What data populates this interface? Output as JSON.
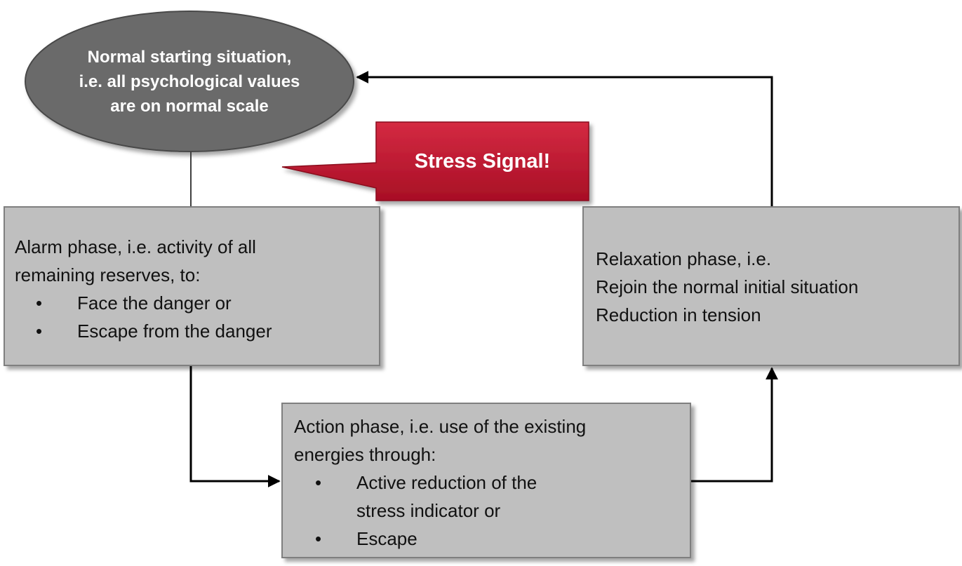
{
  "start_node": {
    "text": "Normal starting situation, i.e. all psychological values are on normal scale",
    "fill": "#6b6b6b"
  },
  "callout": {
    "text": "Stress Signal!",
    "fill": "#c0142e"
  },
  "alarm_box": {
    "lines": [
      "Alarm phase, i.e. activity of all",
      "remaining reserves, to:"
    ],
    "bullets": [
      "Face the danger or",
      "Escape from the danger"
    ]
  },
  "relax_box": {
    "lines": [
      "Relaxation phase, i.e.",
      "Rejoin the normal initial situation",
      "Reduction in tension"
    ]
  },
  "action_box": {
    "lines": [
      "Action phase, i.e. use of  the existing",
      "energies  through:"
    ],
    "bullets": [
      "Active reduction of the",
      "stress indicator or",
      "Escape"
    ]
  },
  "bullet_glyph": "•",
  "colors": {
    "box_fill": "#bfbfbf",
    "box_border": "#7f7f7f",
    "connector": "#000000"
  }
}
